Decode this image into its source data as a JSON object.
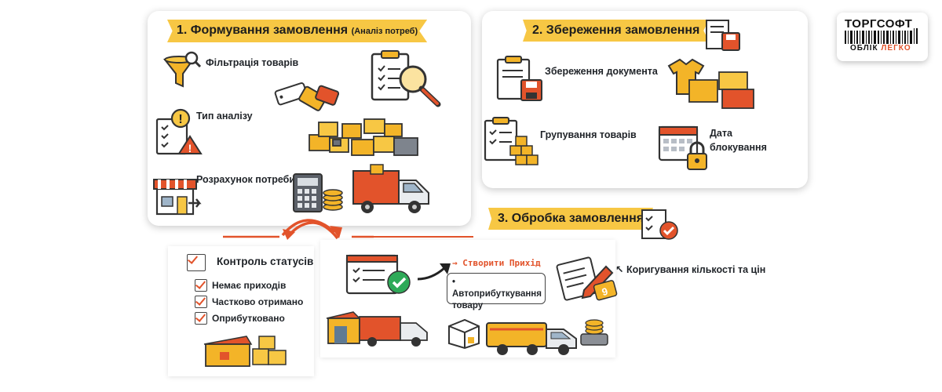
{
  "section1": {
    "title": "1. Формування замовлення",
    "subtitle": "(Аналіз потреб)",
    "items": [
      {
        "label": "Фільтрація товарів"
      },
      {
        "label": "Тип аналізу"
      },
      {
        "label": "Розрахунок потреби"
      }
    ]
  },
  "section2": {
    "title": "2. Збереження замовлення",
    "items": [
      {
        "label": "Збереження документа"
      },
      {
        "label": "Групування товарів"
      },
      {
        "label": "Дата блокування"
      }
    ]
  },
  "section3": {
    "title": "3. Обробка замовлення",
    "status": {
      "title": "Контроль статусів",
      "options": [
        "Немає приходів",
        "Частково отримано",
        "Оприбутковано"
      ]
    },
    "create_label": "Створити Прихід",
    "auto_note": "Автоприбуткування товару",
    "correction_label": "Коригування кількості та цін"
  },
  "logo": {
    "brand": "ТОРГСОФТ",
    "tagline_left": "ОБЛІК",
    "tagline_right": "ЛЕГКО"
  },
  "colors": {
    "accent_yellow": "#f7c744",
    "accent_orange": "#e2532b",
    "box_yellow": "#f3b428",
    "truck_gray": "#8b8f96"
  }
}
